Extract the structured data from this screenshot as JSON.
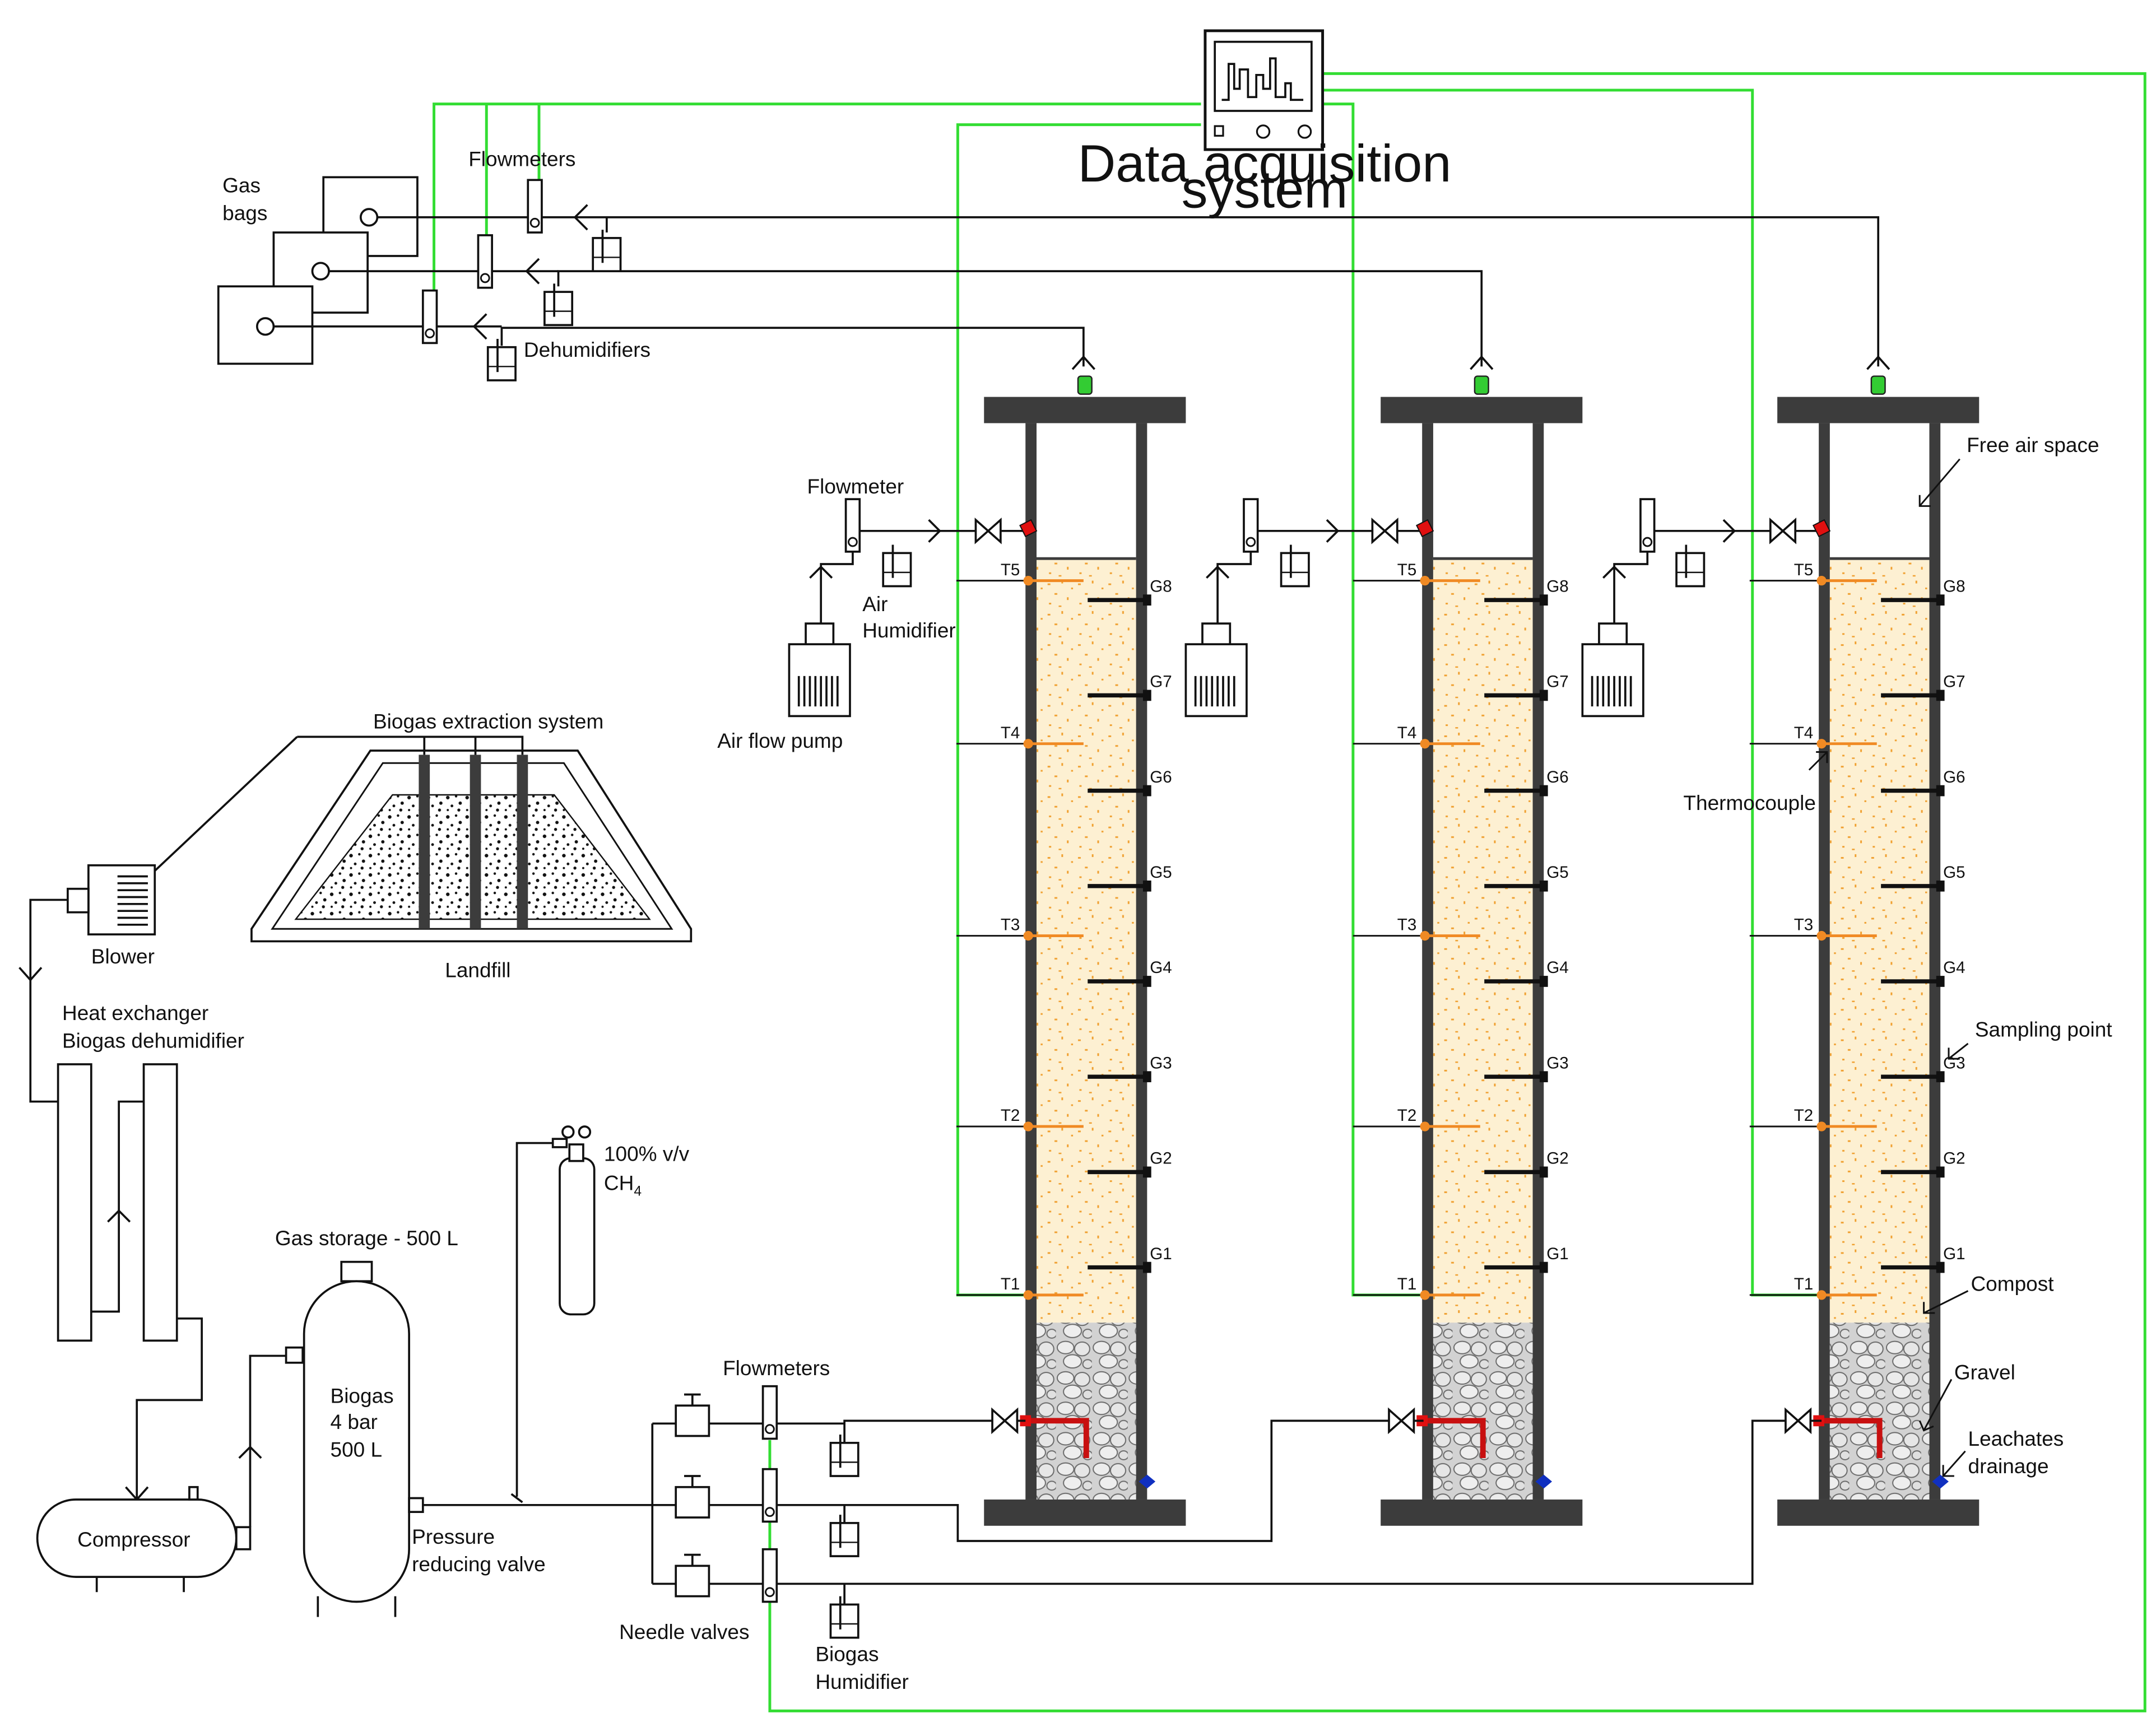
{
  "labels": {
    "gas_bags": [
      "Gas",
      "bags"
    ],
    "flowmeters_top": "Flowmeters",
    "dehumidifiers": "Dehumidifiers",
    "data_acquisition": [
      "Data acquisition",
      "system"
    ],
    "flowmeter": "Flowmeter",
    "air_humidifier": [
      "Air",
      "Humidifier"
    ],
    "air_flow_pump": "Air flow pump",
    "biogas_extraction": "Biogas extraction system",
    "landfill": "Landfill",
    "blower": "Blower",
    "heat_exchanger": [
      "Heat exchanger",
      "Biogas dehumidifier"
    ],
    "gas_storage": "Gas storage - 500 L",
    "biogas_tank": [
      "Biogas",
      "4 bar",
      "500 L"
    ],
    "compressor": "Compressor",
    "pressure_valve": [
      "Pressure",
      "reducing valve"
    ],
    "ch4_bottle": [
      "100% v/v",
      "CH",
      "4"
    ],
    "flowmeters_bottom": "Flowmeters",
    "needle_valves": "Needle valves",
    "biogas_humidifier": [
      "Biogas",
      "Humidifier"
    ],
    "free_air_space": "Free air space",
    "thermocouple": "Thermocouple",
    "sampling_point": "Sampling point",
    "compost": "Compost",
    "gravel": "Gravel",
    "leachates": [
      "Leachates",
      "drainage"
    ]
  },
  "thermocouple_tags": [
    "T5",
    "T4",
    "T3",
    "T2",
    "T1"
  ],
  "sampling_tags": [
    "G8",
    "G7",
    "G6",
    "G5",
    "G4",
    "G3",
    "G2",
    "G1"
  ],
  "colors": {
    "signal_wire": "#33dd33",
    "compost_fill": "#fdf0d2",
    "compost_speck": "#f0a030",
    "gravel_fill": "#cfcfcf",
    "column_wall": "#3c3c3c",
    "valve_red": "#e01010",
    "drain_blue": "#1030c0",
    "pipe": "#111111"
  }
}
